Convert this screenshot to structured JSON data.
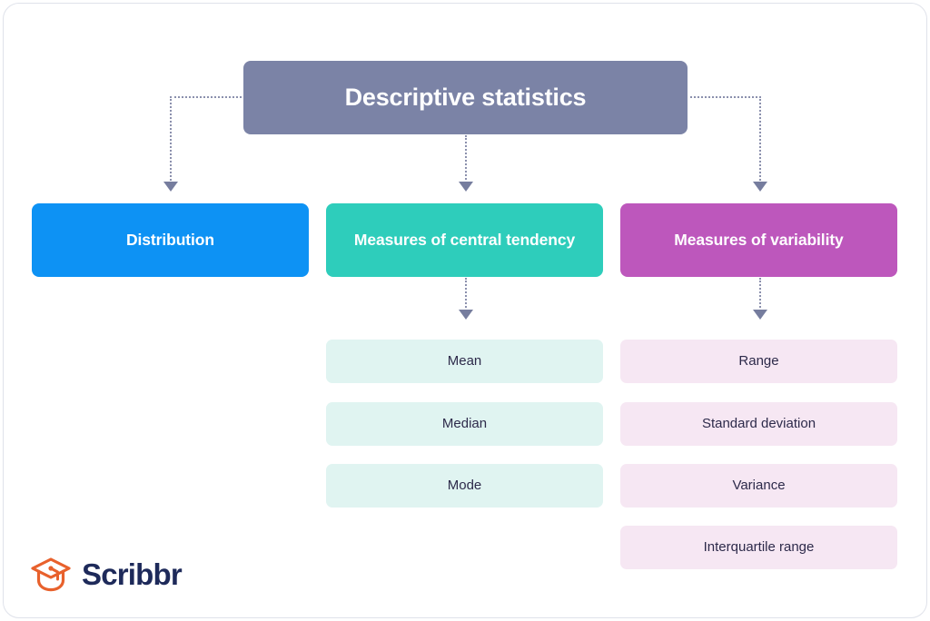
{
  "diagram": {
    "root": {
      "label": "Descriptive statistics",
      "color": "#7b83a6"
    },
    "branches": [
      {
        "id": "distribution",
        "label": "Distribution",
        "color": "#0d92f4",
        "children": []
      },
      {
        "id": "central-tendency",
        "label": "Measures of central tendency",
        "color": "#2ecdbb",
        "child_color": "#e0f4f1",
        "children": [
          "Mean",
          "Median",
          "Mode"
        ]
      },
      {
        "id": "variability",
        "label": "Measures of variability",
        "color": "#bd57bc",
        "child_color": "#f6e7f3",
        "children": [
          "Range",
          "Standard deviation",
          "Variance",
          "Interquartile range"
        ]
      }
    ],
    "connector_color": "#8b90ad",
    "leaf_text_color": "#2d2a4a"
  },
  "branding": {
    "name": "Scribbr",
    "mark": "graduation-cap-icon",
    "mark_color": "#e8612c",
    "text_color": "#1e2a5a"
  }
}
